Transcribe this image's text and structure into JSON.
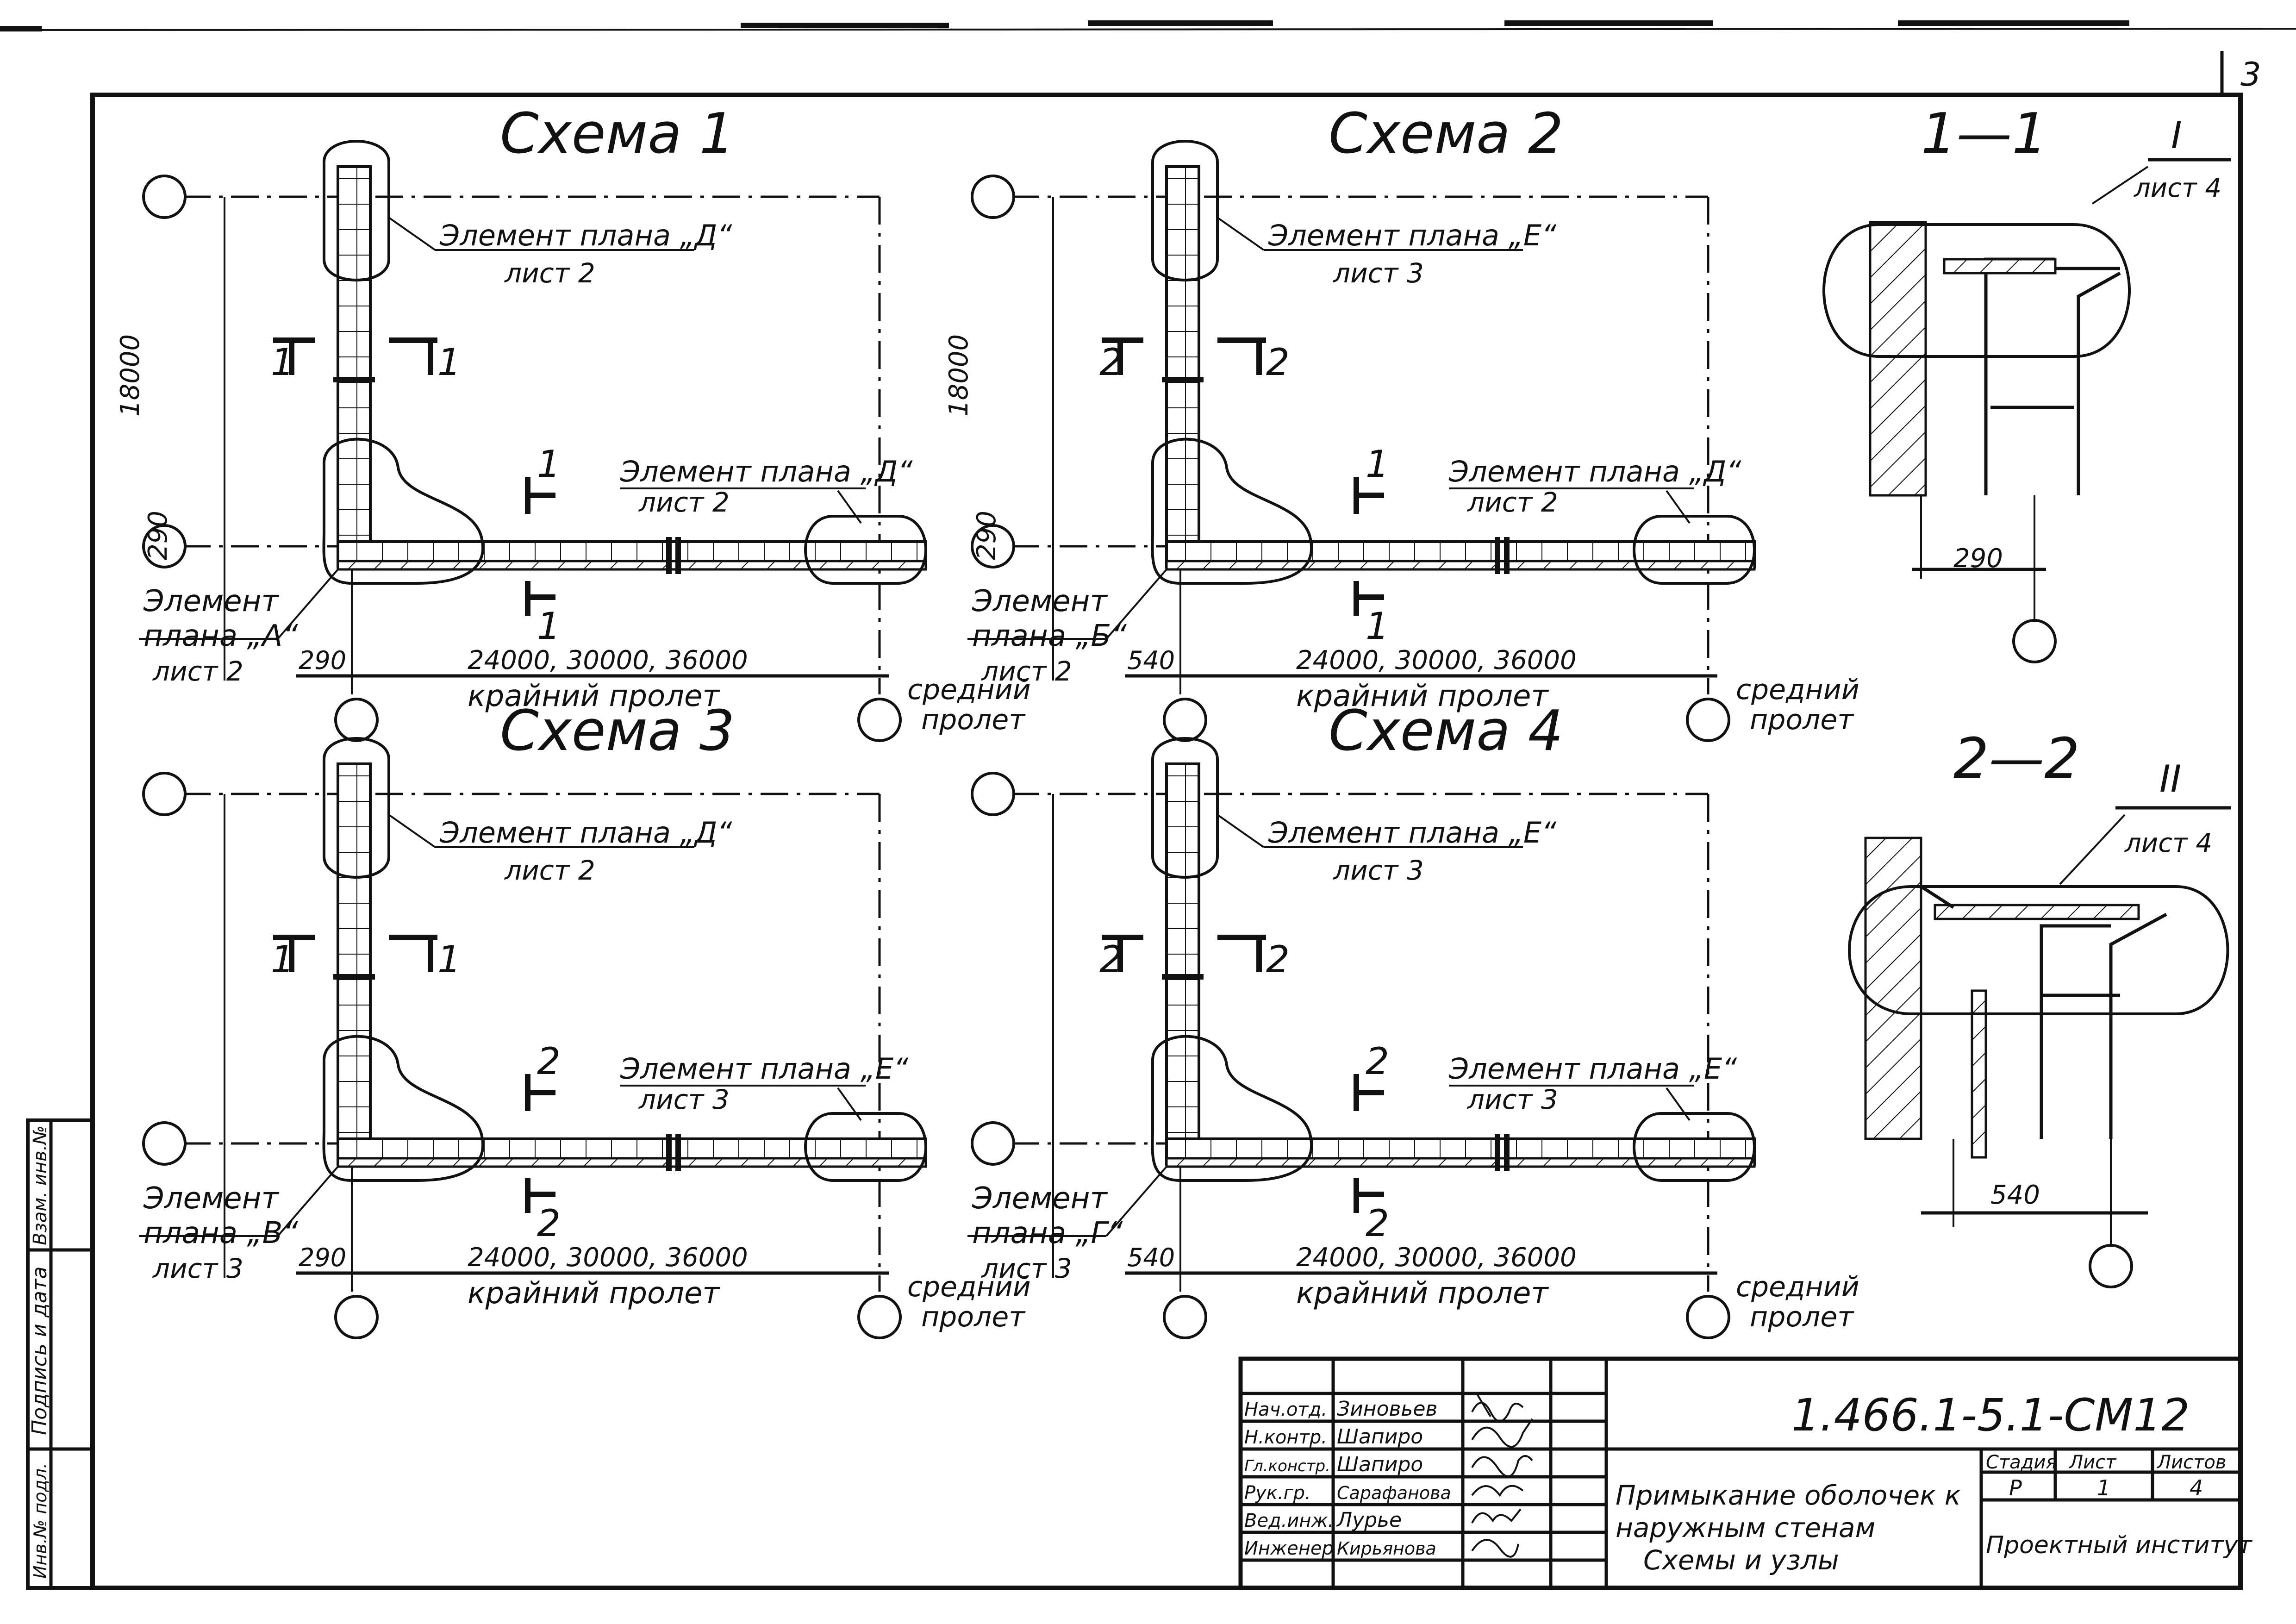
{
  "corner_mark": "3",
  "schemes": [
    {
      "title": "Схема 1",
      "upper_element": {
        "label": "Элемент плана „Д“",
        "sheet": "лист 2"
      },
      "lower_element": {
        "label": "Элемент плана „Д“",
        "sheet": "лист 2"
      },
      "corner_element": {
        "line1": "Элемент",
        "line2": "плана „А“",
        "sheet": "лист 2"
      },
      "vertical_dim": "18000",
      "small_dim": "290",
      "offset_dim": "290",
      "span_dims": "24000, 30000, 36000",
      "span_label": "крайний пролет",
      "middle_span_1": "средний",
      "middle_span_2": "пролет",
      "v_section": "1",
      "h_section": "1"
    },
    {
      "title": "Схема 2",
      "upper_element": {
        "label": "Элемент плана „Е“",
        "sheet": "лист 3"
      },
      "lower_element": {
        "label": "Элемент плана „Д“",
        "sheet": "лист 2"
      },
      "corner_element": {
        "line1": "Элемент",
        "line2": "плана „Б“",
        "sheet": "лист 2"
      },
      "vertical_dim": "18000",
      "small_dim": "290",
      "offset_dim": "540",
      "span_dims": "24000, 30000, 36000",
      "span_label": "крайний пролет",
      "middle_span_1": "средний",
      "middle_span_2": "пролет",
      "v_section": "2",
      "h_section": "1"
    },
    {
      "title": "Схема 3",
      "upper_element": {
        "label": "Элемент плана „Д“",
        "sheet": "лист 2"
      },
      "lower_element": {
        "label": "Элемент плана „Е“",
        "sheet": "лист 3"
      },
      "corner_element": {
        "line1": "Элемент",
        "line2": "плана „В“",
        "sheet": "лист 3"
      },
      "vertical_dim": "",
      "small_dim": "",
      "offset_dim": "290",
      "span_dims": "24000, 30000, 36000",
      "span_label": "крайний пролет",
      "middle_span_1": "средний",
      "middle_span_2": "пролет",
      "v_section": "1",
      "h_section": "2"
    },
    {
      "title": "Схема 4",
      "upper_element": {
        "label": "Элемент плана „Е“",
        "sheet": "лист 3"
      },
      "lower_element": {
        "label": "Элемент плана „Е“",
        "sheet": "лист 3"
      },
      "corner_element": {
        "line1": "Элемент",
        "line2": "плана „Г“",
        "sheet": "лист 3"
      },
      "vertical_dim": "",
      "small_dim": "",
      "offset_dim": "540",
      "span_dims": "24000, 30000, 36000",
      "span_label": "крайний пролет",
      "middle_span_1": "средний",
      "middle_span_2": "пролет",
      "v_section": "2",
      "h_section": "2"
    }
  ],
  "sections": [
    {
      "title": "1—1",
      "node": "I",
      "sheet": "лист 4",
      "dim": "290"
    },
    {
      "title": "2—2",
      "node": "II",
      "sheet": "лист 4",
      "dim": "540"
    }
  ],
  "stamp": {
    "code": "1.466.1-5.1-СМ12",
    "title_lines": [
      "Примыкание оболочек к",
      "наружным стенам",
      "Схемы и узлы"
    ],
    "organization": "Проектный институт",
    "stage_header": "Стадия",
    "sheet_header": "Лист",
    "sheets_header": "Листов",
    "stage": "Р",
    "sheet": "1",
    "sheets": "4",
    "people": [
      {
        "role": "Нач.отд.",
        "name": "Зиновьев"
      },
      {
        "role": "Н.контр.",
        "name": "Шапиро"
      },
      {
        "role": "Гл.констр.",
        "name": "Шапиро"
      },
      {
        "role": "Рук.гр.",
        "name": "Сарафанова"
      },
      {
        "role": "Вед.инж.",
        "name": "Лурье"
      },
      {
        "role": "Инженер",
        "name": "Кирьянова"
      }
    ]
  },
  "margin_labels": [
    "Инв.№ подл.",
    "Подпись и дата",
    "Взам. инв.№"
  ]
}
